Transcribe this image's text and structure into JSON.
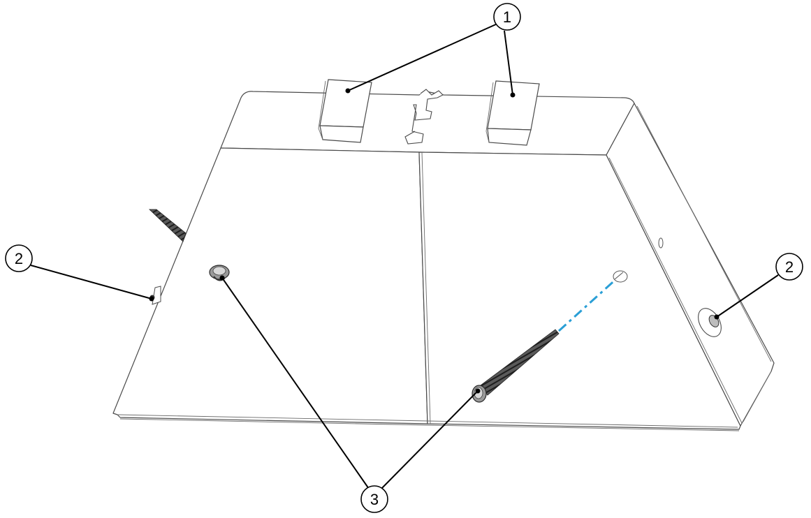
{
  "diagram": {
    "callouts": [
      {
        "id": "callout-1",
        "label": "1"
      },
      {
        "id": "callout-2-left",
        "label": "2"
      },
      {
        "id": "callout-2-right",
        "label": "2"
      },
      {
        "id": "callout-3",
        "label": "3"
      }
    ],
    "colors": {
      "line": "#4a4a4a",
      "leader": "#000000",
      "guide_dash": "#2a9fd6",
      "screw_dark": "#3c3c3c"
    },
    "icons": [
      "screw-icon",
      "wall-anchor-icon",
      "mounting-tab-icon"
    ]
  }
}
